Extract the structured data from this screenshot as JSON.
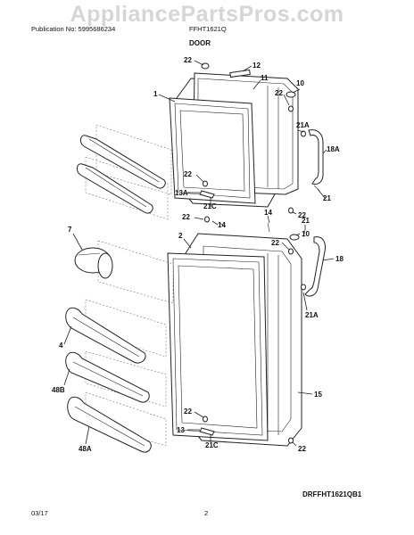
{
  "watermark": "AppliancePartsPros.com",
  "header": {
    "publication": "Publication No: 5995686234",
    "model": "FFHT1621Q",
    "section": "DOOR"
  },
  "diagram_code": "DRFFHT1621QB1",
  "footer": {
    "date": "03/17",
    "page": "2"
  },
  "callouts": {
    "c22a": "22",
    "c12": "12",
    "c11": "11",
    "c10a": "10",
    "c22b": "22",
    "c1": "1",
    "c21a1": "21A",
    "c18a": "18A",
    "c22c": "22",
    "c13a": "13A",
    "c21c1": "21C",
    "c21a": "21",
    "c22d": "22",
    "c14a": "14",
    "c14b": "14",
    "c22e": "22",
    "c21b": "21",
    "c10b": "10",
    "c22f": "22",
    "c7": "7",
    "c2": "2",
    "c18": "18",
    "c21a2": "21A",
    "c4": "4",
    "c48b": "48B",
    "c15": "15",
    "c22g": "22",
    "c13": "13",
    "c21c2": "21C",
    "c48a": "48A",
    "c22h": "22"
  }
}
